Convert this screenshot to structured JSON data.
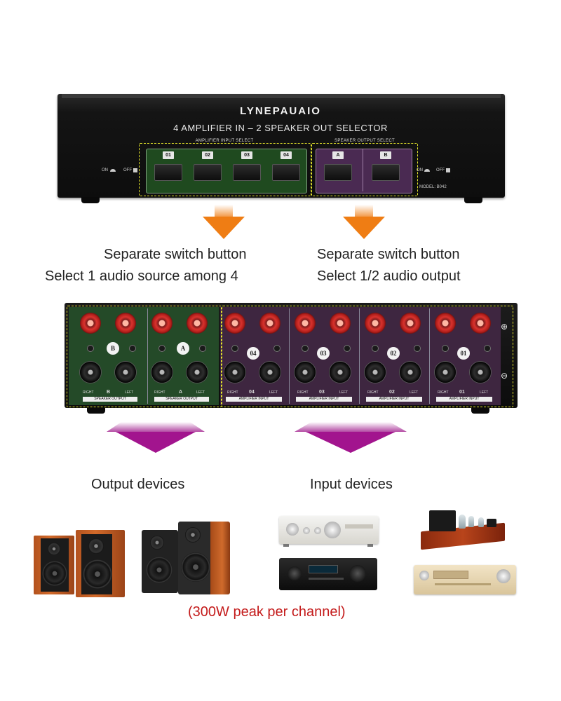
{
  "front_panel": {
    "brand": "LYNEPAUAIO",
    "title": "4 AMPLIFIER IN – 2 SPEAKER OUT SELECTOR",
    "amplifier_group_label": "AMPLIFIER INPUT SELECT",
    "speaker_group_label": "SPEAKER OUTPUT SELECT",
    "amplifier_buttons": [
      "01",
      "02",
      "03",
      "04"
    ],
    "speaker_buttons": [
      "A",
      "B"
    ],
    "power_on_label": "ON",
    "power_off_label": "OFF",
    "model": "MODEL: B042"
  },
  "captions": {
    "left_line1": "Separate switch button",
    "left_line2": "Select 1 audio source among 4",
    "right_line1": "Separate switch button",
    "right_line2": "Select 1/2 audio output",
    "output_devices": "Output devices",
    "input_devices": "Input devices",
    "peak_note": "(300W peak per channel)"
  },
  "rear_panel": {
    "channels": [
      {
        "label": "B",
        "group": "speaker",
        "foot": "SPEAKER OUTPUT"
      },
      {
        "label": "A",
        "group": "speaker",
        "foot": "SPEAKER OUTPUT"
      },
      {
        "label": "04",
        "group": "amplifier",
        "foot": "AMPLIFIER INPUT"
      },
      {
        "label": "03",
        "group": "amplifier",
        "foot": "AMPLIFIER INPUT"
      },
      {
        "label": "02",
        "group": "amplifier",
        "foot": "AMPLIFIER INPUT"
      },
      {
        "label": "01",
        "group": "amplifier",
        "foot": "AMPLIFIER INPUT"
      }
    ],
    "right_label": "RIGHT",
    "left_label": "LEFT",
    "plus": "⊕",
    "minus": "⊖"
  },
  "colors": {
    "arrow_top": "#ef7d14",
    "arrow_bottom": "#a2148e",
    "highlight_dash": "#e6e62a",
    "peak_text": "#c41c1c",
    "speaker_group": "#244a28",
    "amplifier_group": "#3e2640"
  }
}
